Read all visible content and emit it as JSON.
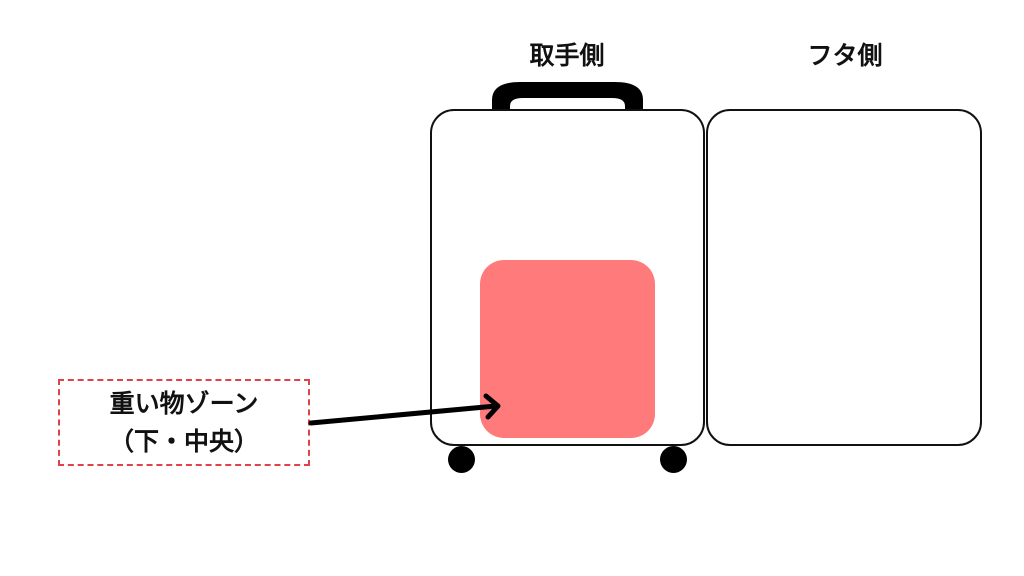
{
  "headings": {
    "handle_side": "取手側",
    "lid_side": "フタ側"
  },
  "callout": {
    "line1": "重い物ゾーン",
    "line2": "（下・中央）"
  },
  "colors": {
    "heavy_zone": "#ff7a7a",
    "callout_border": "#e0424a",
    "outline": "#111111"
  }
}
